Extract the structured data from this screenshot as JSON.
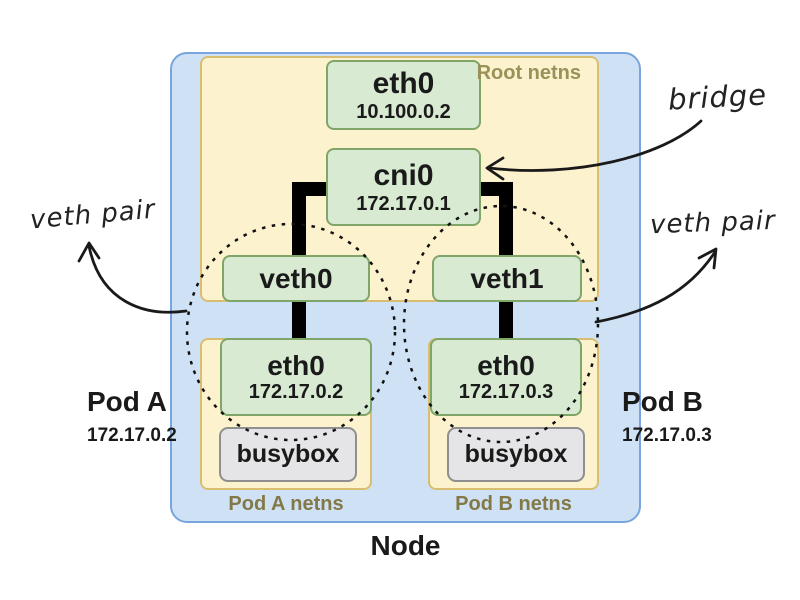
{
  "node": {
    "label": "Node"
  },
  "root_netns": {
    "label": "Root netns"
  },
  "interfaces": {
    "eth0_root": {
      "name": "eth0",
      "ip": "10.100.0.2"
    },
    "cni0": {
      "name": "cni0",
      "ip": "172.17.0.1"
    },
    "veth0": {
      "name": "veth0"
    },
    "veth1": {
      "name": "veth1"
    },
    "eth0_pod_a": {
      "name": "eth0",
      "ip": "172.17.0.2"
    },
    "eth0_pod_b": {
      "name": "eth0",
      "ip": "172.17.0.3"
    }
  },
  "pods": {
    "a": {
      "label": "Pod A",
      "ip": "172.17.0.2",
      "netns_label": "Pod A netns",
      "container": "busybox"
    },
    "b": {
      "label": "Pod B",
      "ip": "172.17.0.3",
      "netns_label": "Pod B netns",
      "container": "busybox"
    }
  },
  "annotations": {
    "bridge": "bridge",
    "veth_pair_left": "veth pair",
    "veth_pair_right": "veth pair"
  },
  "colors": {
    "node_fill": "#CFE2F5",
    "node_border": "#78A5DD",
    "netns_fill": "#FCF2CE",
    "netns_border": "#D9BE72",
    "iface_fill": "#D8EAD2",
    "iface_border": "#7FA568",
    "container_fill": "#E5E5E7",
    "container_border": "#8F8F8F",
    "root_netns_label": "#9A9158",
    "pod_netns_label": "#837947"
  }
}
